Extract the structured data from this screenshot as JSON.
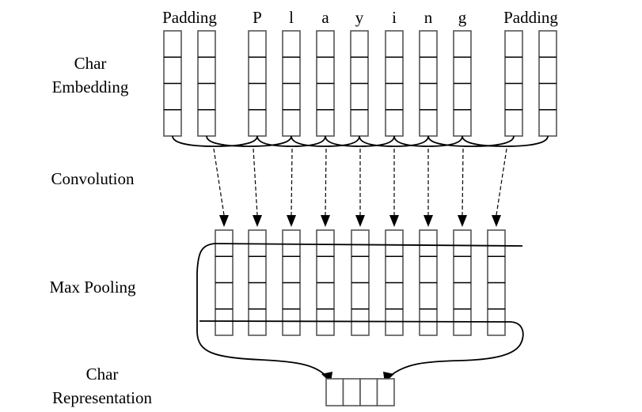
{
  "diagram": {
    "stage_labels": {
      "char_embedding": [
        "Char",
        "Embedding"
      ],
      "convolution": "Convolution",
      "max_pooling": "Max Pooling",
      "char_representation": [
        "Char",
        "Representation"
      ]
    },
    "input_tokens": [
      {
        "label": "Padding",
        "kind": "padding",
        "span": 2
      },
      {
        "label": "P",
        "kind": "char"
      },
      {
        "label": "l",
        "kind": "char"
      },
      {
        "label": "a",
        "kind": "char"
      },
      {
        "label": "y",
        "kind": "char"
      },
      {
        "label": "i",
        "kind": "char"
      },
      {
        "label": "n",
        "kind": "char"
      },
      {
        "label": "g",
        "kind": "char"
      },
      {
        "label": "Padding",
        "kind": "padding",
        "span": 2
      }
    ],
    "embedding_columns": 11,
    "embedding_dim": 4,
    "convolution_window": 3,
    "convolution_outputs": 9,
    "feature_map_dim": 4,
    "output_dim": 4
  }
}
